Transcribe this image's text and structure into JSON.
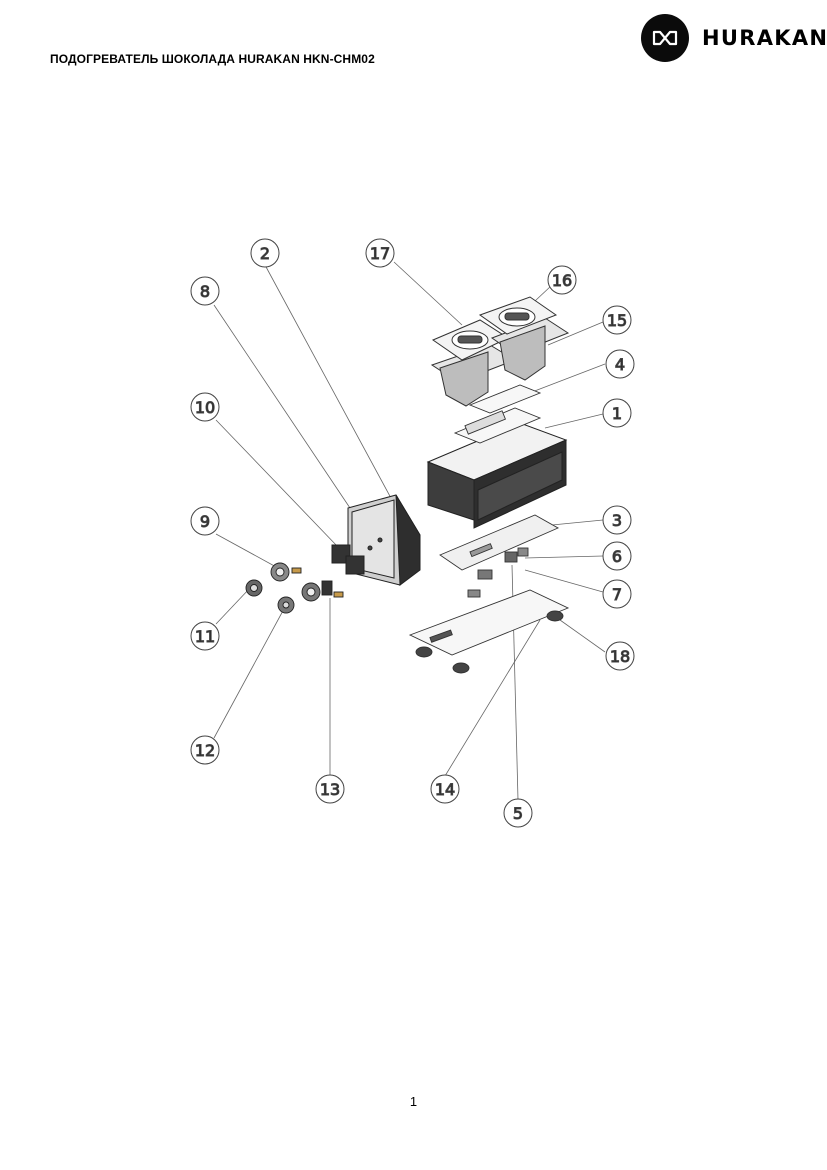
{
  "document": {
    "title": "ПОДОГРЕВАТЕЛЬ ШОКОЛАДА HURAKAN HKN-CHM02",
    "brand": "HURAKAN",
    "page_number": "1"
  },
  "diagram": {
    "callouts": [
      "1",
      "2",
      "3",
      "4",
      "5",
      "6",
      "7",
      "8",
      "9",
      "10",
      "11",
      "12",
      "13",
      "14",
      "15",
      "16",
      "17",
      "18"
    ]
  },
  "colors": {
    "ink": "#0b0b0b",
    "line": "#555555",
    "panel": "#3a3a3a"
  }
}
